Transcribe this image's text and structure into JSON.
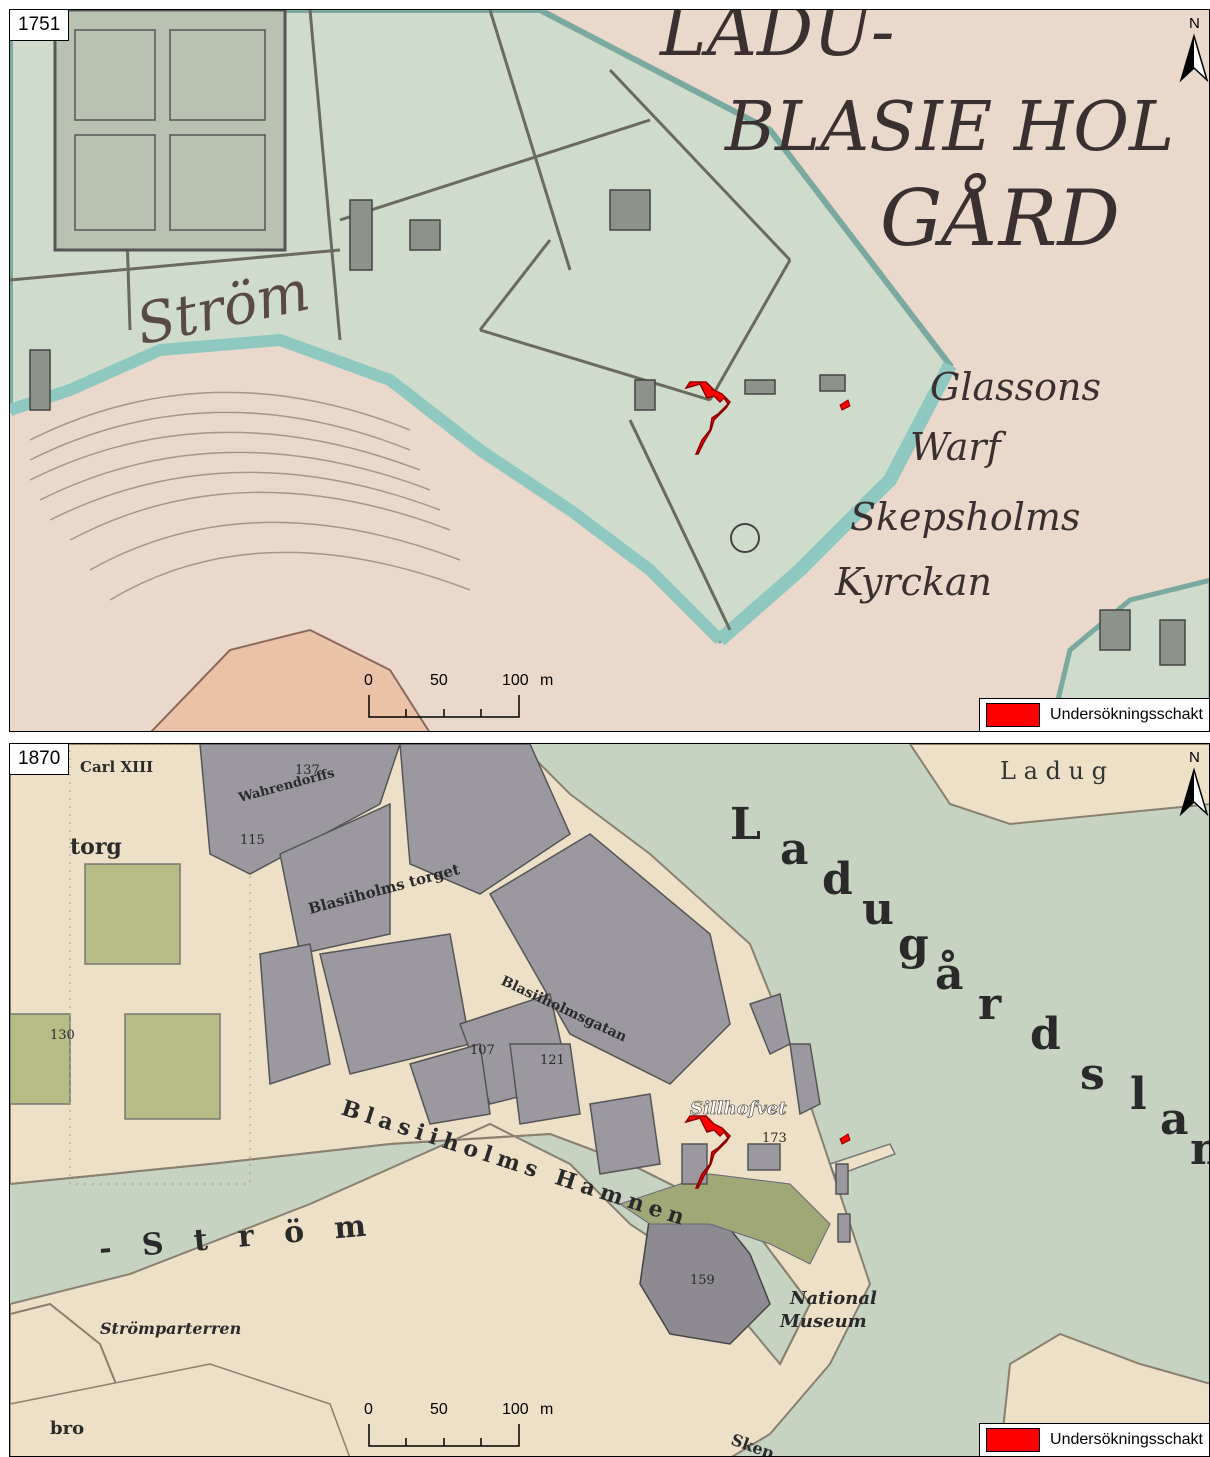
{
  "panels": [
    {
      "year": "1751",
      "labels": {
        "ladu": "LADU-",
        "blasieholm": "BLASIE HOL",
        "gard": "GÅRD",
        "strom": "Ström",
        "glassons": "Glassons",
        "warf": "Warf",
        "skepsholms": "Skepsholms",
        "kyrkan": "Kyrckan"
      }
    },
    {
      "year": "1870",
      "labels": {
        "ladug_top": "L a d u g",
        "ladugardslandet": [
          "L",
          "a",
          "d",
          "u",
          "g",
          "å",
          "r",
          "d",
          "s",
          "l",
          "a",
          "n"
        ],
        "blasiiholms_hamnen": "Blasiiholms Hamnen",
        "strom": "- S t r ö m",
        "stromparterren": "Strömparterren",
        "sillhofvet": "Sillhofvet",
        "national_museum_1": "National",
        "national_museum_2": "Museum",
        "torg": "torg",
        "blasiiholmstorget": "Blasiiholms torget",
        "blasiiholmsgatan": "Blasiiholmsgatan",
        "num_173": "173",
        "num_159": "159",
        "num_107": "107",
        "num_130": "130",
        "num_115": "115",
        "num_137": "137",
        "num_121": "121",
        "wahrendorffs": "Wahrendorffs",
        "carl_xiii": "Carl XIII",
        "skep": "Skep",
        "brun": "bro"
      }
    }
  ],
  "scalebar": {
    "ticks": [
      "0",
      "50",
      "100"
    ],
    "unit": "m"
  },
  "north_label": "N",
  "legend": {
    "label": "Undersökningsschakt",
    "color": "#ff0000"
  },
  "colors": {
    "water_1751": "#e9d9cc",
    "land_1751": "#cfdccb",
    "teal": "#8fc8c0",
    "water_1870": "#c6d3c1",
    "land_1870": "#ede0c6",
    "blocks": "#9b98a0"
  }
}
